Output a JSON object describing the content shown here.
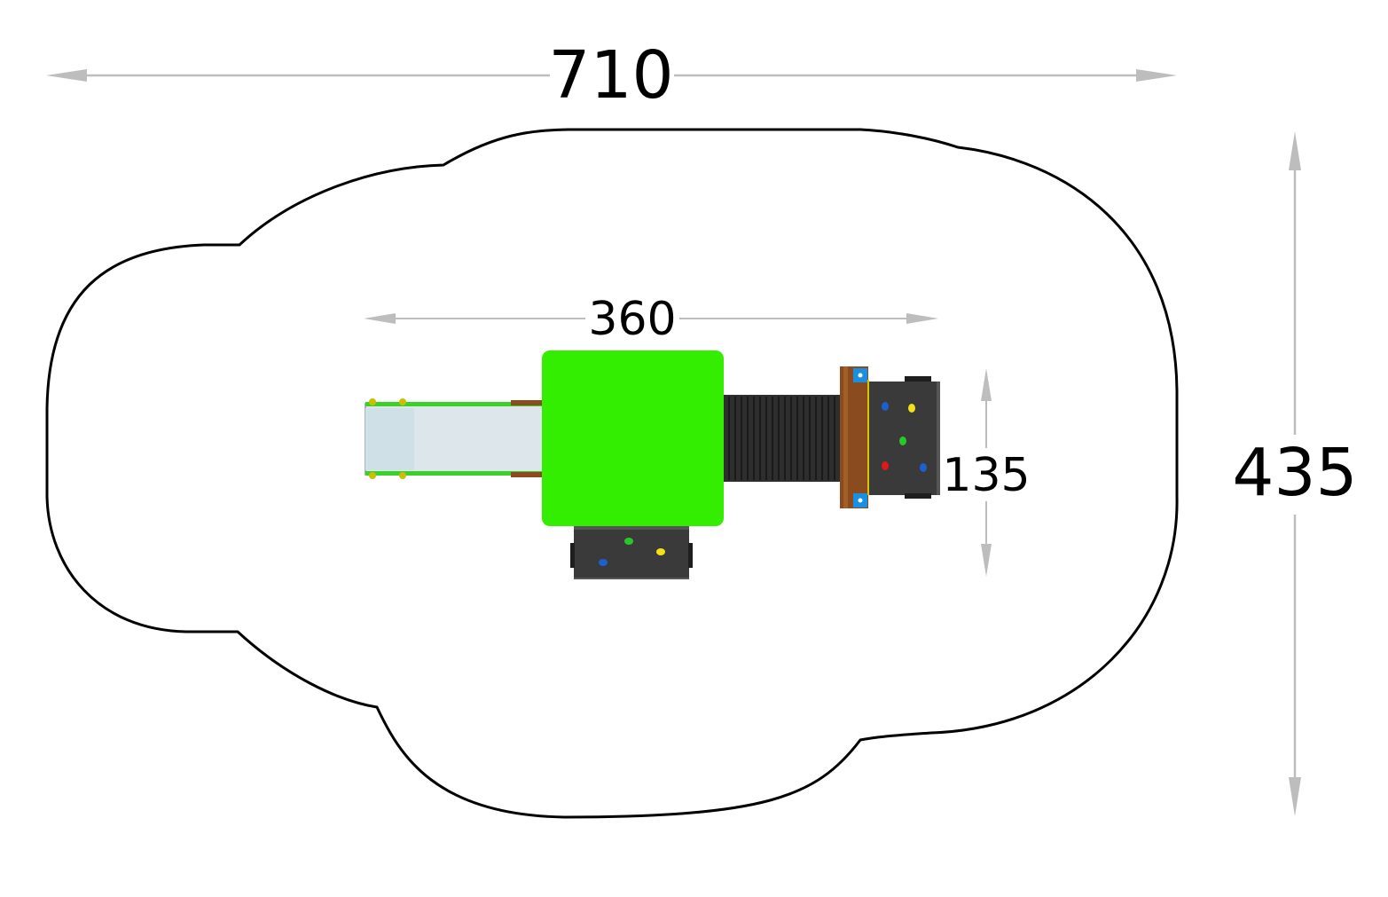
{
  "dimensions": {
    "overall_width": "710",
    "overall_depth": "435",
    "structure_width": "360",
    "structure_depth": "135"
  },
  "colors": {
    "safety_zone_outline": "#000000",
    "dimension_arrow": "#bdbdbd",
    "platform_roof": "#33ee00",
    "slide_bed": "#dde6ea",
    "slide_rim": "#3ad12a",
    "climbing_panel": "#3a3a3a",
    "tunnel": "#2e2e2e",
    "wood_post": "#8a4b1e",
    "post_cap": "#1a8fe0",
    "hold_blue": "#1e5fd0",
    "hold_yellow": "#f2e01a",
    "hold_green": "#28c828",
    "hold_red": "#e01818"
  }
}
